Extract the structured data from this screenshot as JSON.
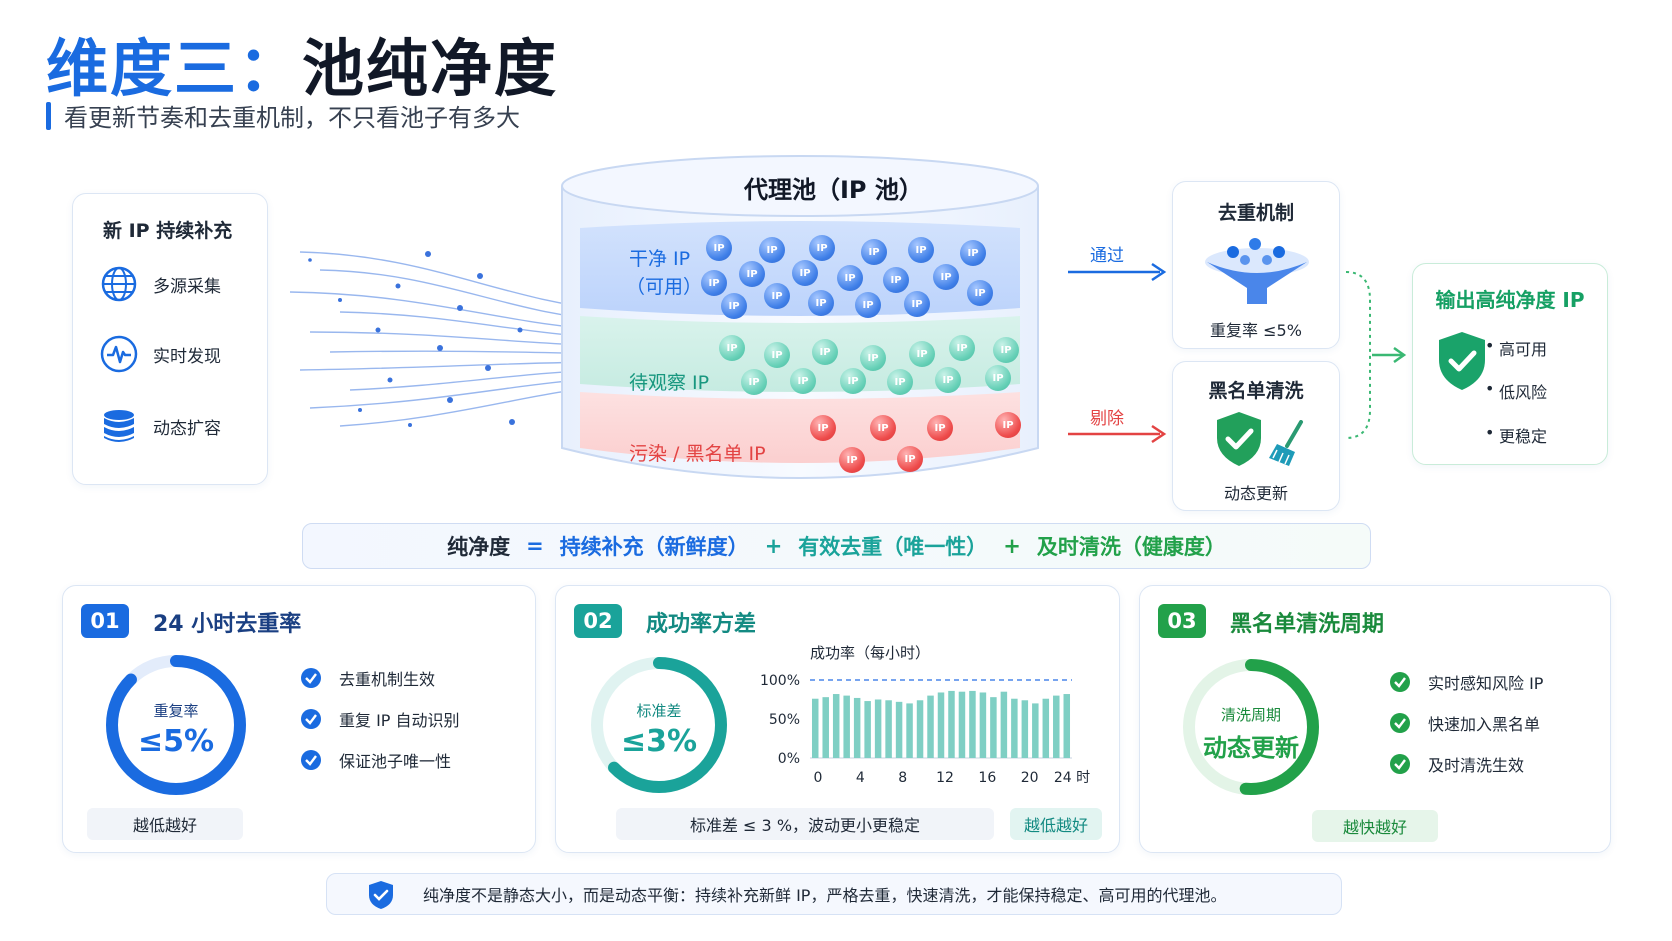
{
  "header": {
    "title_blue": "维度三：",
    "title_dark": "池纯净度",
    "subtitle": "看更新节奏和去重机制，不只看池子有多大"
  },
  "source": {
    "title": "新 IP 持续补充",
    "items": [
      {
        "label": "多源采集",
        "icon": "globe-icon"
      },
      {
        "label": "实时发现",
        "icon": "pulse-icon"
      },
      {
        "label": "动态扩容",
        "icon": "database-icon"
      }
    ]
  },
  "pool": {
    "title": "代理池（IP 池）",
    "clean_label_1": "干净 IP",
    "clean_label_2": "（可用）",
    "observe_label": "待观察 IP",
    "polluted_label": "污染 / 黑名单 IP",
    "ip_text": "IP"
  },
  "flow": {
    "pass_label": "通过",
    "remove_label": "剔除"
  },
  "dedup": {
    "title": "去重机制",
    "rate": "重复率 ≤5%"
  },
  "blacklist": {
    "title": "黑名单清洗",
    "footer": "动态更新"
  },
  "output": {
    "title": "输出高纯净度 IP",
    "items": [
      "高可用",
      "低风险",
      "更稳定"
    ]
  },
  "formula": {
    "lhs": "纯净度",
    "eq": "=",
    "t1": "持续补充（新鲜度）",
    "plus": "+",
    "t2": "有效去重（唯一性）",
    "t3": "及时清洗（健康度）"
  },
  "metric1": {
    "num": "01",
    "title": "24 小时去重率",
    "ring_label": "重复率",
    "ring_value": "≤5%",
    "checks": [
      "去重机制生效",
      "重复 IP 自动识别",
      "保证池子唯一性"
    ],
    "pill": "越低越好",
    "color": "#1a6be0"
  },
  "metric2": {
    "num": "02",
    "title": "成功率方差",
    "ring_label": "标准差",
    "ring_value": "≤3%",
    "pill_main": "标准差 ≤ 3 %，波动更小更稳定",
    "pill_tag": "越低越好",
    "color": "#1aa39a"
  },
  "metric3": {
    "num": "03",
    "title": "黑名单清洗周期",
    "ring_label": "清洗周期",
    "ring_value": "动态更新",
    "checks": [
      "实时感知风险 IP",
      "快速加入黑名单",
      "及时清洗生效"
    ],
    "pill": "越快越好",
    "color": "#22a14a"
  },
  "chart_data": {
    "type": "bar",
    "title": "成功率（每小时）",
    "x_ticks": [
      "0",
      "4",
      "8",
      "12",
      "16",
      "20",
      "24 时"
    ],
    "y_ticks": [
      "100%",
      "50%",
      "0%"
    ],
    "ylim": [
      0,
      100
    ],
    "reference_line": 100,
    "values": [
      76,
      78,
      82,
      80,
      77,
      73,
      75,
      74,
      72,
      70,
      74,
      80,
      84,
      86,
      85,
      86,
      84,
      78,
      85,
      76,
      74,
      70,
      76,
      80,
      82
    ]
  },
  "footer": {
    "text": "纯净度不是静态大小，而是动态平衡：持续补充新鲜 IP，严格去重，快速清洗，才能保持稳定、高可用的代理池。"
  }
}
